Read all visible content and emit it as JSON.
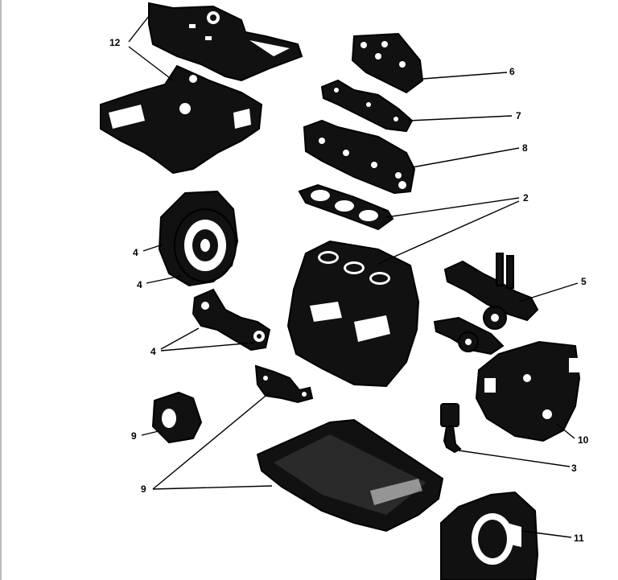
{
  "callouts": {
    "c12": "12",
    "c6": "6",
    "c7": "7",
    "c8": "8",
    "c2": "2",
    "c4a": "4",
    "c4b": "4",
    "c4c": "4",
    "c5": "5",
    "c9a": "9",
    "c9b": "9",
    "c10": "10",
    "c3": "3",
    "c11": "11"
  },
  "colors": {
    "ink": "#000000",
    "part_fill": "#111111",
    "background": "#ffffff"
  }
}
